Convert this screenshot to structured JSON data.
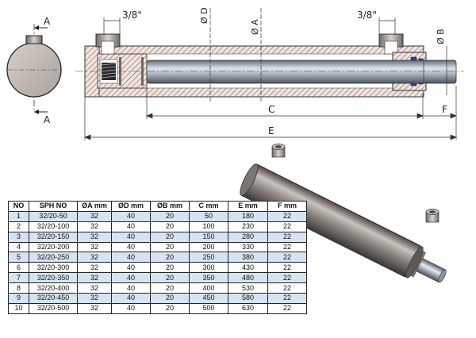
{
  "dimension_labels": {
    "section_a_top": "A",
    "section_a_bottom": "A",
    "port_left": "3/8\"",
    "port_right": "3/8\"",
    "dia_d": "Ø D",
    "dia_a": "Ø A",
    "dia_b": "Ø B",
    "c": "C",
    "e": "E",
    "f": "F"
  },
  "table": {
    "headers": [
      "NO",
      "SPH NO",
      "ØA mm",
      "ØD mm",
      "ØB mm",
      "C mm",
      "E mm",
      "F mm"
    ],
    "rows": [
      [
        "1",
        "32/20-50",
        "32",
        "40",
        "20",
        "50",
        "180",
        "22"
      ],
      [
        "2",
        "32/20-100",
        "32",
        "40",
        "20",
        "100",
        "230",
        "22"
      ],
      [
        "3",
        "32/20-150",
        "32",
        "40",
        "20",
        "150",
        "280",
        "22"
      ],
      [
        "4",
        "32/20-200",
        "32",
        "40",
        "20",
        "200",
        "330",
        "22"
      ],
      [
        "5",
        "32/20-250",
        "32",
        "40",
        "20",
        "250",
        "380",
        "22"
      ],
      [
        "6",
        "32/20-300",
        "32",
        "40",
        "20",
        "300",
        "430",
        "22"
      ],
      [
        "7",
        "32/20-350",
        "32",
        "40",
        "20",
        "350",
        "480",
        "22"
      ],
      [
        "8",
        "32/20-400",
        "32",
        "40",
        "20",
        "400",
        "530",
        "22"
      ],
      [
        "9",
        "32/20-450",
        "32",
        "40",
        "20",
        "450",
        "580",
        "22"
      ],
      [
        "10",
        "32/20-500",
        "32",
        "40",
        "20",
        "500",
        "630",
        "22"
      ]
    ]
  },
  "colors": {
    "metal_dark": "#6d6864",
    "metal_light": "#bdb8b3",
    "hatch": "#8a5a4a",
    "seal_blue": "#2a3fa0",
    "row_tint": "#d6e4f2"
  }
}
